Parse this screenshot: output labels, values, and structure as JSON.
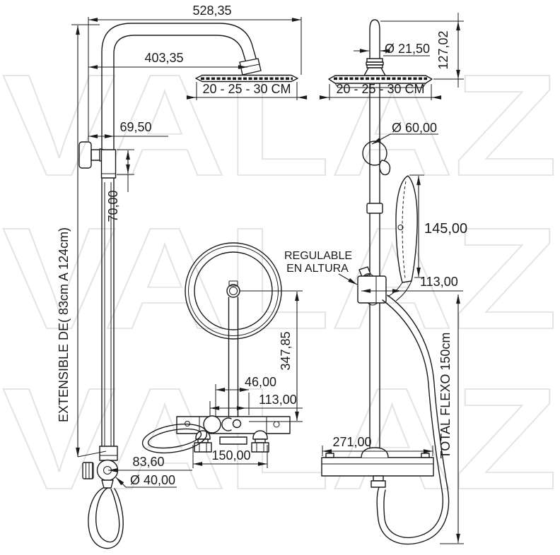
{
  "meta": {
    "description": "Technical dimension drawing of a telescopic shower column with rain head, hand shower and bath mixer",
    "watermark_text": "VALAZ"
  },
  "colors": {
    "ink": "#1a1a1a",
    "watermark": "#e4e4e4",
    "background": "#ffffff"
  },
  "front_view": {
    "dims": {
      "arm_total_width": "528,35",
      "arm_reach": "403,35",
      "wall_offset": "69,50",
      "bracket_travel": "70,00",
      "head_sizes": "20 - 25 - 30 CM",
      "column_extensible": "EXTENSIBLE DE( 83cm A 124cm)",
      "valve_offset": "83,60",
      "valve_diameter": "Ø 40,00"
    }
  },
  "detail_view": {
    "dims": {
      "pipe_offset": "46,00",
      "body_width": "113,00",
      "mount_spacing": "150,00",
      "drop_height": "347,85"
    }
  },
  "side_view": {
    "dims": {
      "pipe_diameter": "Ø 21,50",
      "head_drop": "127,02",
      "head_sizes": "20 - 25 - 30 CM",
      "holder_ring_diameter": "Ø 60,00",
      "handshower_length": "145,00",
      "slider_width": "113,00",
      "mixer_width": "271,00",
      "hose_length": "TOTAL FLEXO 150cm"
    },
    "labels": {
      "adjustable_line1": "REGULABLE",
      "adjustable_line2": "EN ALTURA"
    }
  }
}
